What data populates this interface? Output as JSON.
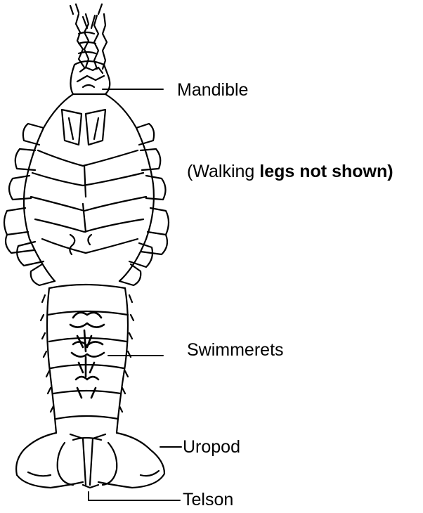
{
  "diagram": {
    "labels": {
      "mandible": "Mandible",
      "note_open": "(Walking",
      "note_rest": "legs not shown)",
      "swimmerets": "Swimmerets",
      "uropod": "Uropod",
      "telson": "Telson"
    },
    "colors": {
      "ink": "#000000",
      "paper": "#ffffff"
    }
  }
}
